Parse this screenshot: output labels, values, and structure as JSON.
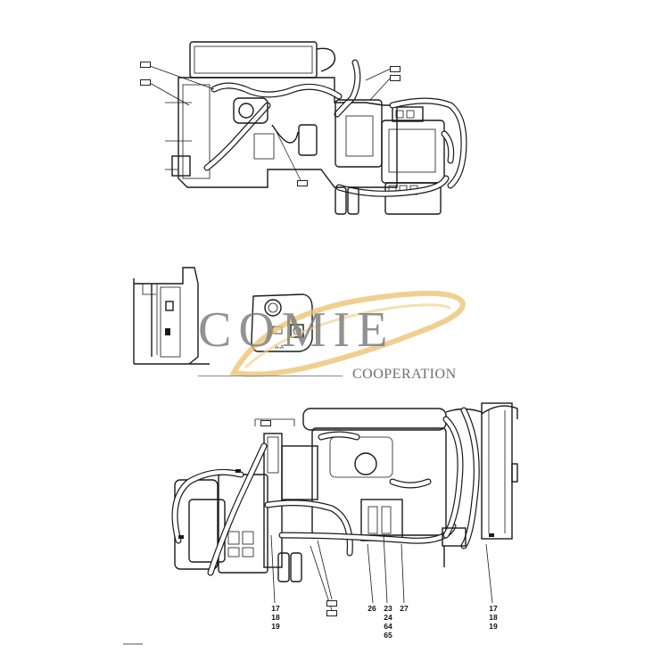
{
  "watermark": {
    "brand": "COMIE",
    "tagline": "COOPERATION",
    "accent_color": "#e9c06a"
  },
  "top_view": {
    "tags": [
      "",
      "",
      "",
      "",
      ""
    ]
  },
  "detail_view": {
    "section_marks": "A-A"
  },
  "bottom_view": {
    "callouts_left": [
      "17",
      "18",
      "19"
    ],
    "callouts_mid": [
      "26",
      "23",
      "24",
      "64",
      "65",
      "27"
    ],
    "callouts_right": [
      "17",
      "18",
      "19"
    ],
    "small_tags": [
      "",
      "",
      ""
    ]
  }
}
